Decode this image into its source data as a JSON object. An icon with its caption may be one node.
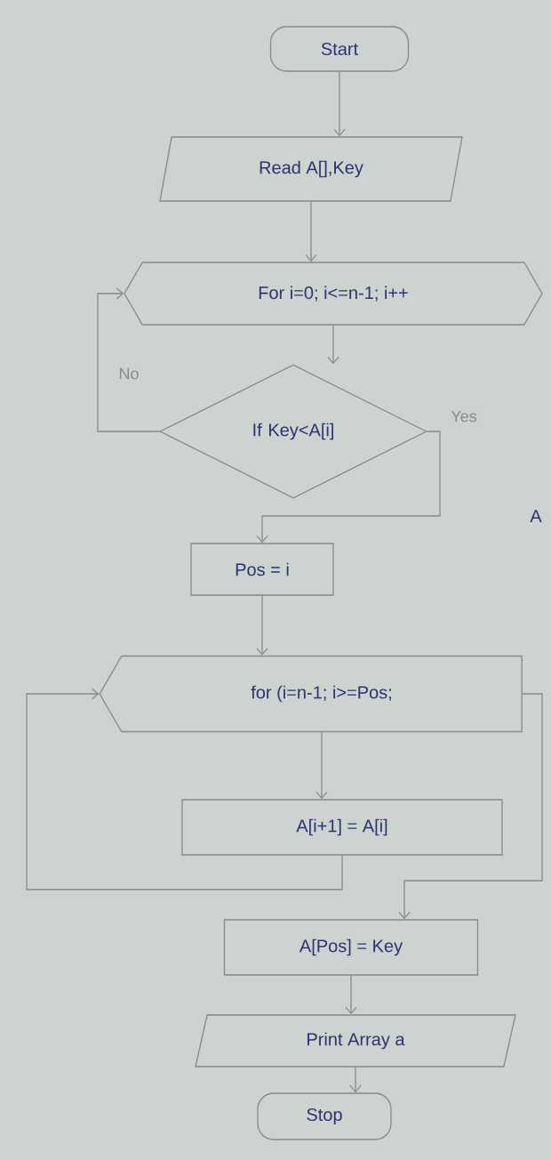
{
  "diagram": {
    "nodes": [
      {
        "text": [
          "Start"
        ]
      },
      {
        "text": [
          "Read A[],Key"
        ]
      },
      {
        "text": [
          "For i=0; i<=n-1; i++"
        ]
      },
      {
        "text": [
          "If Key<A[i]"
        ]
      },
      {
        "text": [
          "Pos = i"
        ]
      },
      {
        "text": [
          "for (i=n-1; i>=Pos;"
        ]
      },
      {
        "text": [
          "A[i+1] = A[i]"
        ]
      },
      {
        "text": [
          "A[Pos] = Key"
        ]
      },
      {
        "text": [
          "Print Array a"
        ]
      },
      {
        "text": [
          "Stop"
        ]
      }
    ],
    "edges": [
      {
        "from": 0,
        "to": 1,
        "arrow": "to"
      },
      {
        "from": 1,
        "to": 2,
        "arrow": "to"
      },
      {
        "from": 2,
        "to": 3,
        "arrow": "to"
      },
      {
        "from": 3,
        "to": 2,
        "arrow": "to",
        "label": "No"
      },
      {
        "from": 3,
        "to": 4,
        "arrow": "to",
        "label": "Yes"
      },
      {
        "from": 4,
        "to": 5,
        "arrow": "to"
      },
      {
        "from": 5,
        "to": 6,
        "arrow": "to"
      },
      {
        "from": 6,
        "to": 5,
        "arrow": "to"
      },
      {
        "from": 5,
        "to": 7,
        "arrow": "to"
      },
      {
        "from": 7,
        "to": 8,
        "arrow": "to"
      },
      {
        "from": 8,
        "to": 9,
        "arrow": "to"
      }
    ],
    "labels": [
      "A"
    ]
  }
}
